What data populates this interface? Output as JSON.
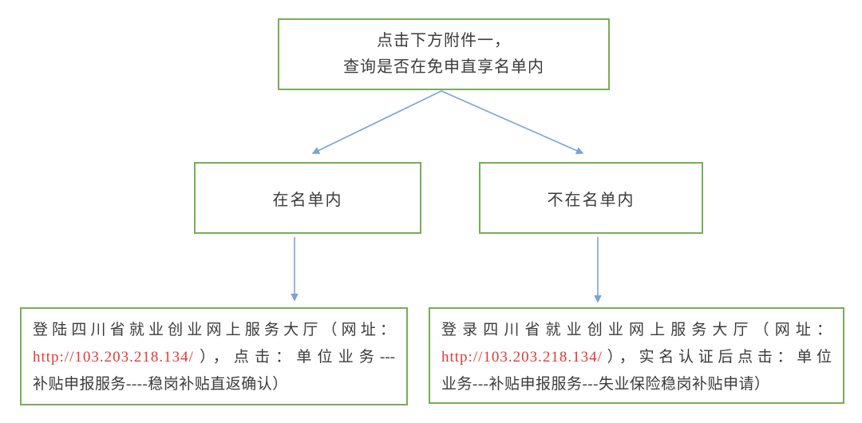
{
  "diagram": {
    "top_box": {
      "line1": "点击下方附件一，",
      "line2": "查询是否在免申直享名单内"
    },
    "in_list_box": {
      "label": "在名单内"
    },
    "not_in_list_box": {
      "label": "不在名单内"
    },
    "in_list_result_box": {
      "line1": "登陆四川省就业创业网上服务大厅（网址：",
      "url": "http://103.203.218.134/",
      "line2_after_url": "），点击：单位业务---",
      "line3": "补贴申报服务----稳岗补贴直返确认）"
    },
    "not_in_list_result_box": {
      "line1": "登录四川省就业创业网上服务大厅（网址：",
      "url": "http://103.203.218.134/",
      "line2_after_url": "），实名认证后点击：单位",
      "line3": "业务---补贴申报服务---失业保险稳岗补贴申请）"
    },
    "colors": {
      "border_green": "#77ad57",
      "arrow_blue": "#7ba3d6",
      "url_red": "#e03a3a",
      "text": "#3b3b3b",
      "background": "#ffffff"
    }
  }
}
